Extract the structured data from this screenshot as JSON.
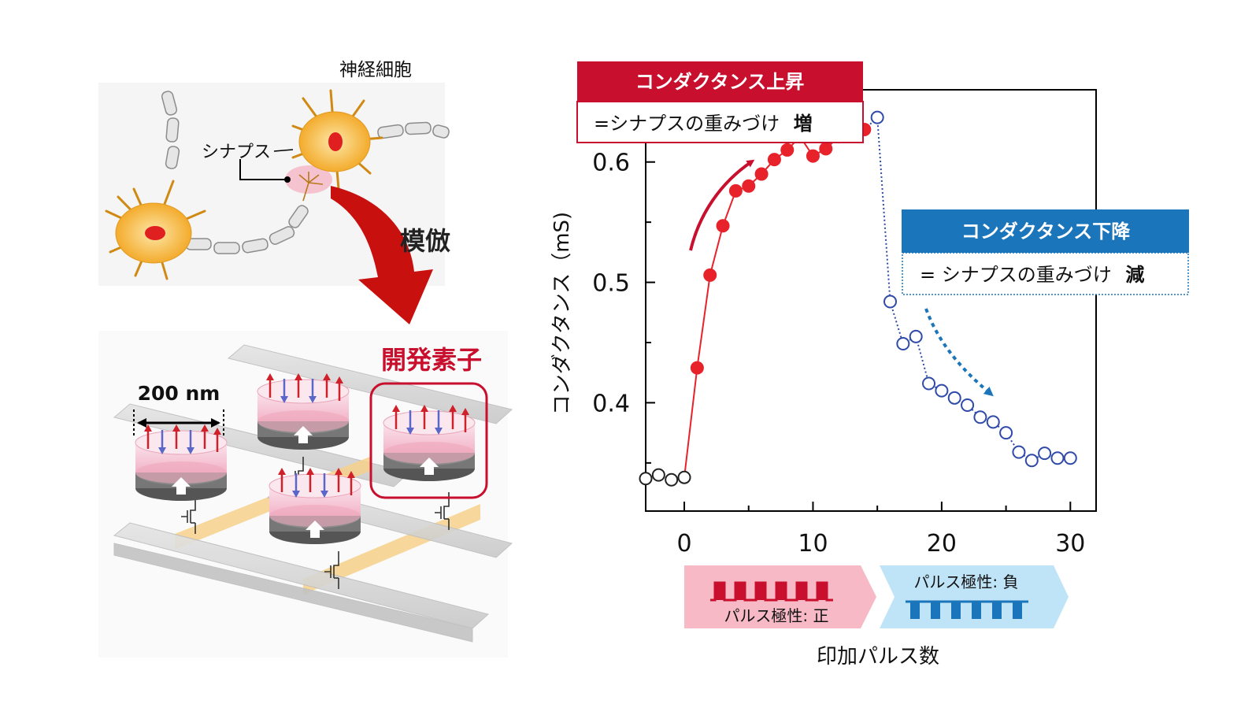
{
  "neuron": {
    "title": "神経細胞",
    "synapse_label": "シナプス",
    "mimic_label": "模倣"
  },
  "device": {
    "title": "開発素子",
    "scale_label": "200 nm"
  },
  "boxes": {
    "up_title": "コンダクタンス上昇",
    "up_sub": "=シナプスの重みづけ",
    "up_sub_bold": "増",
    "down_title": "コンダクタンス下降",
    "down_sub": "= シナプスの重みづけ",
    "down_sub_bold": "減"
  },
  "pulses": {
    "positive_label": "パルス極性: 正",
    "negative_label": "パルス極性: 負",
    "positive_count": 6,
    "negative_count": 6
  },
  "colors": {
    "red": "#e8222a",
    "dark_red": "#c8102e",
    "blue": "#2f4aa8",
    "box_blue": "#1b75bb",
    "pink_band": "#f7b9c6",
    "blue_band": "#bfe3f7",
    "neuron_fill": "#f6b93b",
    "nucleus": "#e02020"
  },
  "chart_data": {
    "type": "scatter",
    "xlabel": "印加パルス数",
    "ylabel": "コンダクタンス（mS)",
    "xlim": [
      -3,
      32
    ],
    "ylim": [
      0.31,
      0.66
    ],
    "xticks": [
      0,
      10,
      20,
      30
    ],
    "yticks": [
      0.4,
      0.5,
      0.6
    ],
    "series": [
      {
        "style": "open-black",
        "x": [
          -3,
          -2,
          -1,
          0
        ],
        "y": [
          0.337,
          0.34,
          0.336,
          0.338
        ]
      },
      {
        "style": "filled-red",
        "x": [
          0,
          1,
          2,
          3,
          4,
          5,
          6,
          7,
          8,
          9,
          10,
          11,
          12,
          13,
          14
        ],
        "y": [
          0.338,
          0.429,
          0.506,
          0.547,
          0.576,
          0.58,
          0.59,
          0.602,
          0.61,
          0.621,
          0.605,
          0.611,
          0.621,
          0.624,
          0.627
        ]
      },
      {
        "style": "open-blue",
        "x": [
          15,
          16,
          17,
          18,
          19,
          20,
          21,
          22,
          23,
          24,
          25,
          26,
          27,
          28,
          29,
          30
        ],
        "y": [
          0.637,
          0.484,
          0.449,
          0.455,
          0.416,
          0.41,
          0.404,
          0.398,
          0.388,
          0.384,
          0.375,
          0.359,
          0.352,
          0.358,
          0.354,
          0.354
        ]
      }
    ]
  }
}
